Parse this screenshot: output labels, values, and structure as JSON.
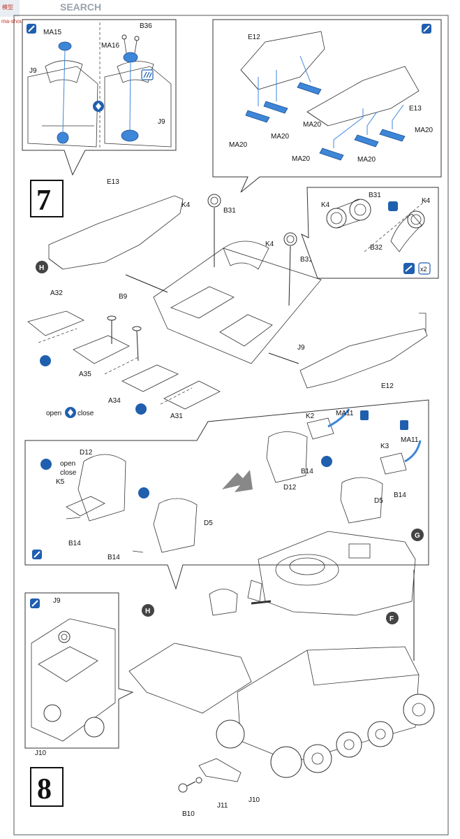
{
  "watermark": {
    "brand": "SEARCH",
    "logo_chars": "模型",
    "url": "ma-shou.com"
  },
  "steps": {
    "step7": "7",
    "step8": "8"
  },
  "markers": {
    "H1": "H",
    "H2": "H",
    "G": "G",
    "F": "F"
  },
  "callout_tl": {
    "MA15": "MA15",
    "B36": "B36",
    "MA16": "MA16",
    "J9a": "J9",
    "J9b": "J9"
  },
  "callout_tr": {
    "E12": "E12",
    "E13": "E13",
    "MA20_1": "MA20",
    "MA20_2": "MA20",
    "MA20_3": "MA20",
    "MA20_4": "MA20",
    "MA20_5": "MA20",
    "MA20_6": "MA20"
  },
  "step7_main": {
    "E13": "E13",
    "K4a": "K4",
    "B31a": "B31",
    "K4b": "K4",
    "B31b": "B31",
    "A32": "A32",
    "B9": "B9",
    "A35": "A35",
    "A34": "A34",
    "A31": "A31",
    "J9": "J9",
    "E12": "E12",
    "open_label": "open",
    "close_label": "close"
  },
  "callout_r": {
    "K4a": "K4",
    "B31": "B31",
    "K4b": "K4",
    "B32": "B32",
    "x2": "x2"
  },
  "callout_mid": {
    "D12a": "D12",
    "open_label": "open",
    "close_label": "close",
    "K5": "K5",
    "B14a": "B14",
    "B14b": "B14",
    "D5a": "D5",
    "K2": "K2",
    "MA11a": "MA11",
    "D12b": "D12",
    "B14c": "B14",
    "K3": "K3",
    "MA11b": "MA11",
    "D5b": "D5",
    "B14d": "B14"
  },
  "callout_bl": {
    "J9": "J9",
    "J10": "J10"
  },
  "step8_main": {
    "J10": "J10",
    "J11": "J11",
    "B10": "B10"
  },
  "colors": {
    "accent_blue": "#3d86d8",
    "line": "#333333"
  }
}
